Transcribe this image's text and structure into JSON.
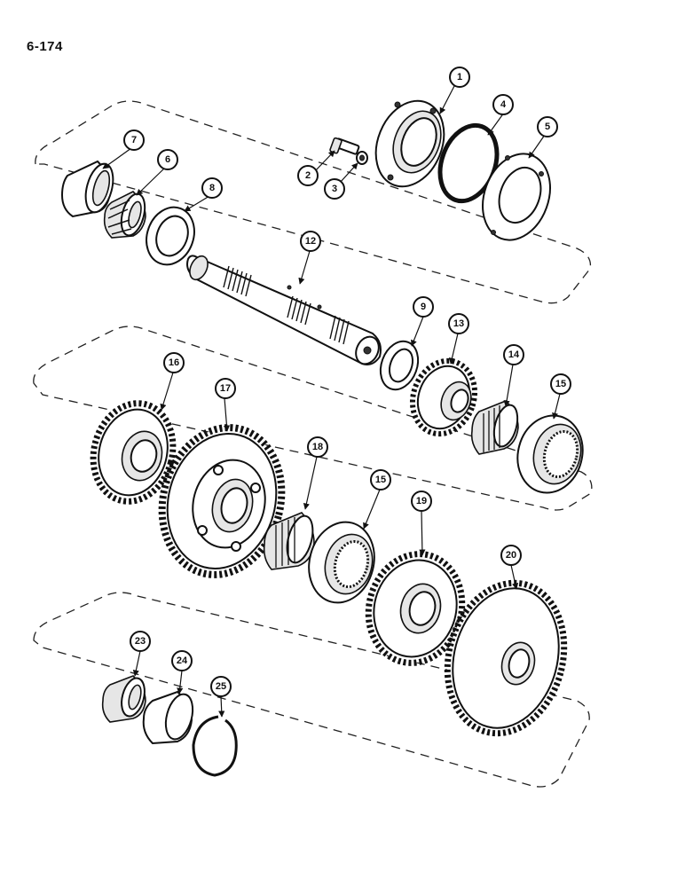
{
  "page": {
    "number": "6-174"
  },
  "callouts": [
    "1",
    "2",
    "3",
    "4",
    "5",
    "6",
    "7",
    "8",
    "9",
    "12",
    "13",
    "14",
    "15",
    "16",
    "17",
    "18",
    "15",
    "19",
    "20",
    "23",
    "24",
    "25"
  ]
}
